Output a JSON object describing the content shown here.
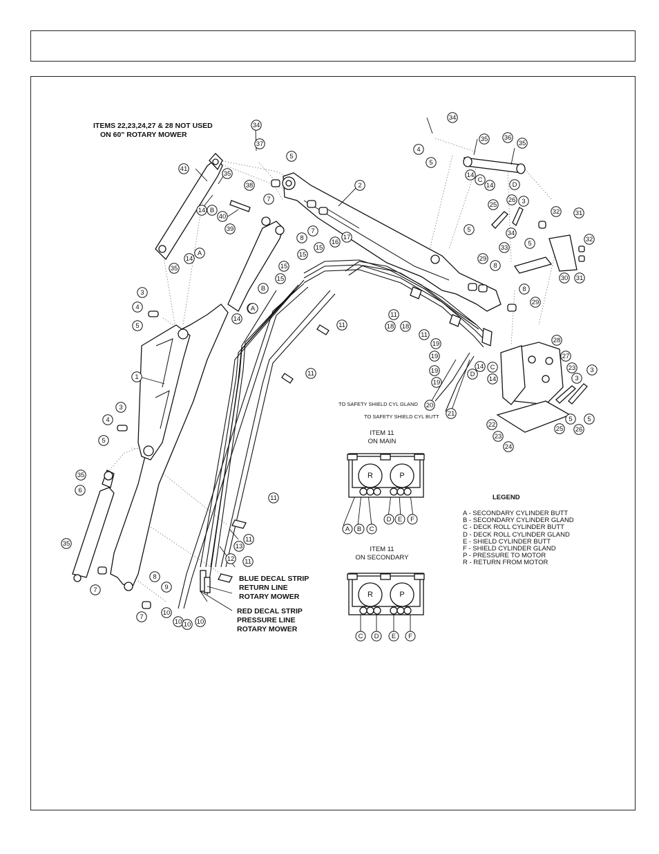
{
  "header": {
    "title": ""
  },
  "notes": {
    "not_used_line1": "ITEMS 22,23,24,27 & 28 NOT USED",
    "not_used_line2": "ON 60\" ROTARY MOWER",
    "safety_gland": "TO SAFETY SHIELD CYL GLAND",
    "safety_butt": "TO SAFETY SHIELD CYL BUTT",
    "blue_1": "BLUE DECAL STRIP",
    "blue_2": "RETURN LINE",
    "blue_3": "ROTARY MOWER",
    "red_1": "RED DECAL STRIP",
    "red_2": "PRESSURE LINE",
    "red_3": "ROTARY MOWER"
  },
  "item11_main": {
    "line1": "ITEM 11",
    "line2": "ON MAIN",
    "ports": [
      "R",
      "P"
    ],
    "letters": [
      "A",
      "B",
      "C",
      "D",
      "E",
      "F"
    ]
  },
  "item11_secondary": {
    "line1": "ITEM 11",
    "line2": "ON SECONDARY",
    "ports": [
      "R",
      "P"
    ],
    "letters": [
      "C",
      "D",
      "E",
      "F"
    ]
  },
  "legend": {
    "title": "LEGEND",
    "entries": [
      "A - SECONDARY CYLINDER BUTT",
      "B - SECONDARY CYLINDER GLAND",
      "C - DECK ROLL CYLINDER BUTT",
      "D - DECK ROLL CYLINDER GLAND",
      "E - SHIELD CYLINDER BUTT",
      "F - SHIELD CYLINDER GLAND",
      "P - PRESSURE TO MOTOR",
      "R - RETURN FROM MOTOR"
    ]
  },
  "callouts": [
    "34",
    "37",
    "5",
    "41",
    "35",
    "38",
    "7",
    "2",
    "34",
    "4",
    "5",
    "35",
    "36",
    "35",
    "14",
    "C",
    "14",
    "D",
    "14",
    "B",
    "40",
    "39",
    "8",
    "7",
    "14",
    "A",
    "35",
    "16",
    "17",
    "15",
    "15",
    "15",
    "15",
    "25",
    "26",
    "3",
    "32",
    "31",
    "32",
    "5",
    "34",
    "5",
    "33",
    "29",
    "8",
    "8",
    "30",
    "31",
    "3",
    "4",
    "5",
    "14",
    "B",
    "14",
    "A",
    "11",
    "11",
    "18",
    "18",
    "11",
    "11",
    "29",
    "19",
    "19",
    "19",
    "19",
    "C",
    "D",
    "14",
    "14",
    "28",
    "27",
    "23",
    "3",
    "3",
    "1",
    "11",
    "20",
    "21",
    "22",
    "23",
    "24",
    "25",
    "5",
    "26",
    "5",
    "3",
    "4",
    "5",
    "35",
    "6",
    "35",
    "11",
    "13",
    "12",
    "11",
    "8",
    "9",
    "7",
    "7",
    "10",
    "10",
    "10",
    "10"
  ]
}
